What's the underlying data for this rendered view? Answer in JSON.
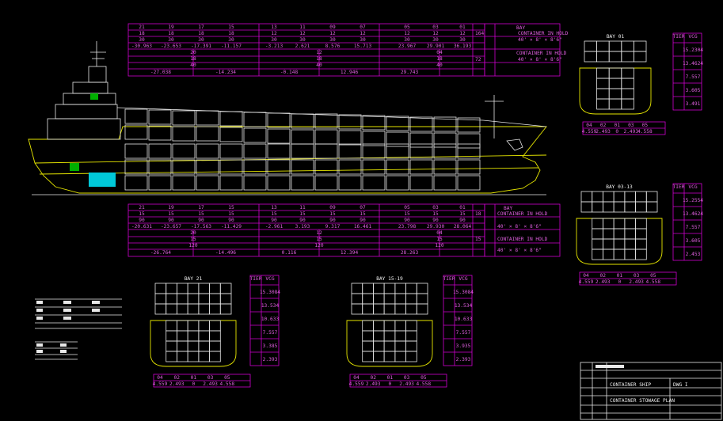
{
  "top_table": {
    "cols": [
      "21",
      "19",
      "17",
      "15",
      "13",
      "11",
      "09",
      "07",
      "05",
      "03",
      "01"
    ],
    "row2": [
      "18",
      "18",
      "18",
      "18",
      "12",
      "12",
      "12",
      "12",
      "12",
      "12",
      "12"
    ],
    "row3": [
      "30",
      "30",
      "30",
      "30",
      "30",
      "30",
      "30",
      "30",
      "30",
      "30",
      "30"
    ],
    "row4": [
      "-30.963",
      "-23.653",
      "-17.391",
      "-11.157",
      "-3.213",
      "2.621",
      "8.576",
      "15.713",
      "23.967",
      "29.901",
      "36.193"
    ],
    "tot_a": [
      "20",
      "12",
      "04"
    ],
    "tot_b": [
      "18",
      "18",
      "18"
    ],
    "tot_c": [
      "40",
      "40",
      "40"
    ],
    "tot_d": [
      "-27.038",
      "-14.234",
      "-0.148",
      "12.946",
      "29.743"
    ],
    "right_cells": [
      "164",
      "72"
    ],
    "side_labels": [
      "CONTAINER IN HOLD",
      "40' × 8' × 8'6\"",
      "CONTAINER IN HOLD",
      "40' × 8' × 8'6\"",
      "BAY"
    ]
  },
  "bottom_table": {
    "cols": [
      "21",
      "19",
      "17",
      "15",
      "13",
      "11",
      "09",
      "07",
      "05",
      "03",
      "01"
    ],
    "row2": [
      "15",
      "15",
      "15",
      "15",
      "15",
      "15",
      "15",
      "15",
      "15",
      "15",
      "15"
    ],
    "row3": [
      "90",
      "90",
      "90",
      "90",
      "90",
      "90",
      "90",
      "90",
      "90",
      "90",
      "90"
    ],
    "row4": [
      "-20.631",
      "-23.657",
      "-17.563",
      "-11.429",
      "-2.961",
      "3.193",
      "9.317",
      "16.461",
      "23.798",
      "29.930",
      "28.064"
    ],
    "tot_a": [
      "20",
      "12",
      "04"
    ],
    "tot_b": [
      "15",
      "15",
      "15"
    ],
    "tot_c": [
      "120",
      "120",
      "120"
    ],
    "tot_d": [
      "-26.764",
      "-14.496",
      "0.116",
      "12.394",
      "28.263"
    ],
    "right_cells": [
      "18",
      "15"
    ],
    "side_labels": [
      "CONTAINER IN HOLD",
      "40' × 8' × 8'6\"",
      "CONTAINER IN HOLD",
      "40' × 8' × 8'6\"",
      "BAY"
    ]
  },
  "bays": {
    "b01": {
      "title": "BAY 01",
      "vcg": [
        "15.2304",
        "13.4624",
        "7.557",
        "3.605",
        "3.491"
      ],
      "lcg": [
        "4.559",
        "2.493",
        "0",
        "2.493",
        "4.558"
      ]
    },
    "b03": {
      "title": "BAY 03-13",
      "vcg": [
        "15.2554",
        "13.4624",
        "7.557",
        "3.605",
        "2.453"
      ],
      "lcg": [
        "4.559",
        "2.493",
        "0",
        "2.493",
        "4.558"
      ]
    },
    "b21": {
      "title": "BAY 21",
      "vcg": [
        "15.3084",
        "13.534",
        "10.633",
        "7.557",
        "3.385",
        "2.393"
      ],
      "lcg": [
        "4.559",
        "2.493",
        "0",
        "2.493",
        "4.558"
      ]
    },
    "b15": {
      "title": "BAY 15-19",
      "vcg": [
        "15.3084",
        "13.534",
        "10.633",
        "7.557",
        "3.935",
        "2.393"
      ],
      "lcg": [
        "4.559",
        "2.493",
        "0",
        "2.493",
        "4.558"
      ]
    },
    "hdr": [
      "TIER",
      "VCG"
    ],
    "row_hdr": [
      "04",
      "02",
      "01",
      "03",
      "05"
    ]
  },
  "title_block": {
    "ref": "DWG I",
    "ship": "CONTAINER SHIP",
    "drawing": "CONTAINER STOWAGE PLAN"
  }
}
